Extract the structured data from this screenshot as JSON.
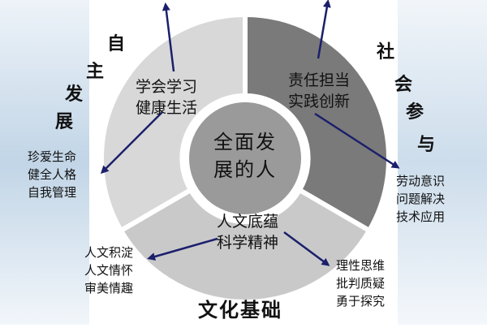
{
  "diagram": {
    "core": {
      "line1": "全面发",
      "line2": "展的人"
    },
    "segments": {
      "autonomy": {
        "line1": "学会学习",
        "line2": "健康生活"
      },
      "social": {
        "line1": "责任担当",
        "line2": "实践创新"
      },
      "culture": {
        "line1": "人文底蕴",
        "line2": "科学精神"
      }
    },
    "dimensions": {
      "autonomy": [
        "自",
        "主",
        "发",
        "展"
      ],
      "social": [
        "社",
        "会",
        "参",
        "与"
      ],
      "culture": "文化基础"
    },
    "outcomes": {
      "health": [
        "珍爱生命",
        "健全人格",
        "自我管理"
      ],
      "labor": [
        "劳动意识",
        "问题解决",
        "技术应用"
      ],
      "humanity": [
        "人文积淀",
        "人文情怀",
        "审美情趣"
      ],
      "science": [
        "理性思维",
        "批判质疑",
        "勇于探究"
      ]
    },
    "colors": {
      "core": "#9a9a9a",
      "autonomy": "#d8d8d8",
      "social": "#7a7a7a",
      "culture": "#c9c9c9",
      "divider": "#ffffff",
      "arrow": "#1b1f6b",
      "background_band": "#2c5d8f"
    }
  }
}
